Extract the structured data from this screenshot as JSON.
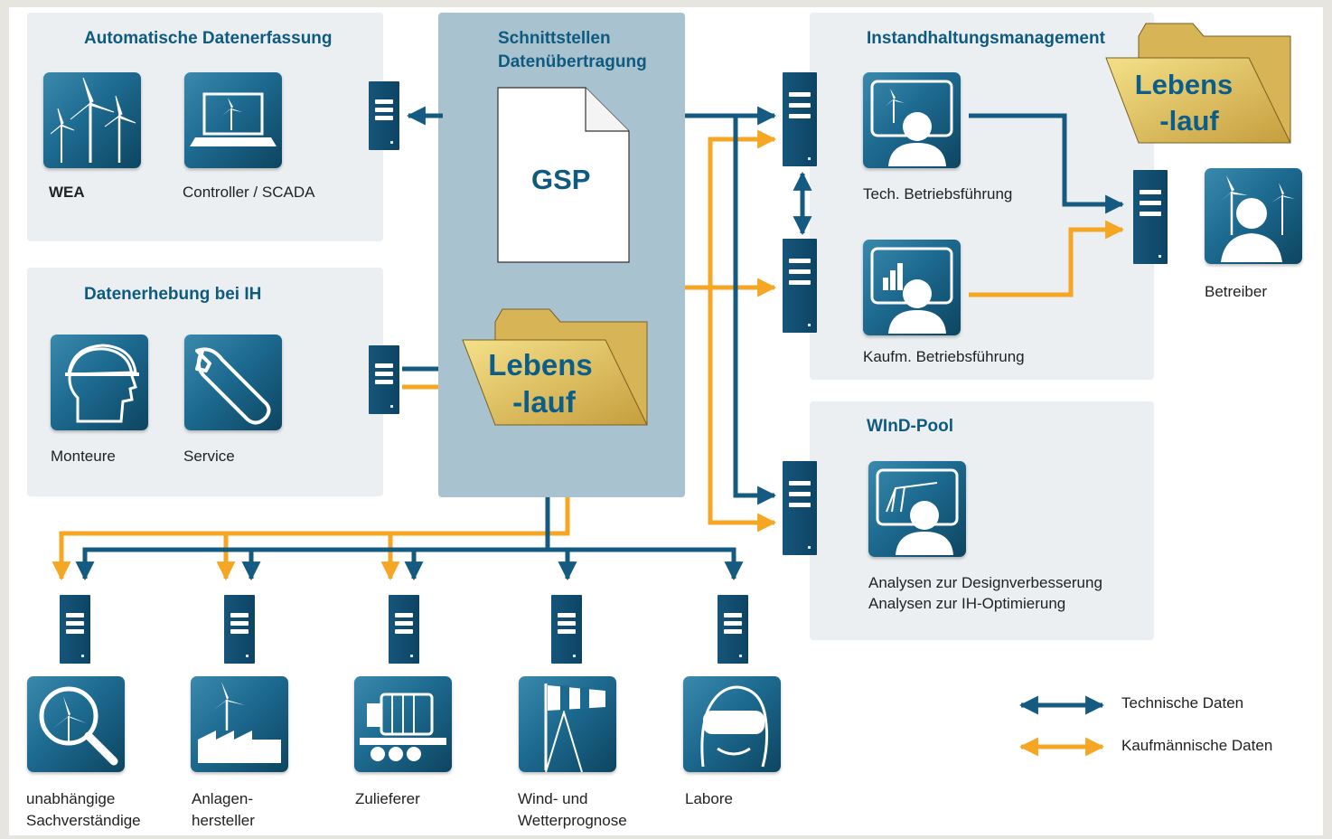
{
  "colors": {
    "technical": "#155a80",
    "commercial": "#f5a623"
  },
  "panels": {
    "auto_capture": {
      "title": "Automatische Datenerfassung",
      "wea": "WEA",
      "controller": "Controller / SCADA"
    },
    "ih_capture": {
      "title": "Datenerhebung bei IH",
      "fitters": "Monteure",
      "service": "Service"
    },
    "interfaces": {
      "title_line1": "Schnittstellen",
      "title_line2": "Datenübertragung",
      "document_label": "GSP",
      "folder_line1": "Lebens",
      "folder_line2": "-lauf"
    },
    "maintenance": {
      "title": "Instandhaltungsmanagement",
      "tech_ops": "Tech. Betriebsführung",
      "commercial_ops": "Kaufm. Betriebsführung",
      "folder_line1": "Lebens",
      "folder_line2": "-lauf"
    },
    "wind_pool": {
      "title": "WInD-Pool",
      "analysis_line1": "Analysen zur Designverbesserung",
      "analysis_line2": "Analysen zur IH-Optimierung"
    }
  },
  "operator": {
    "label": "Betreiber"
  },
  "recipients": [
    {
      "line1": "unabhängige",
      "line2": "Sachverständige",
      "icon": "magnifier-turbine-icon"
    },
    {
      "line1": "Anlagen-",
      "line2": "hersteller",
      "icon": "factory-turbine-icon"
    },
    {
      "line1": "Zulieferer",
      "line2": "",
      "icon": "generator-trailer-icon"
    },
    {
      "line1": "Wind- und",
      "line2": "Wetterprognose",
      "icon": "windsock-icon"
    },
    {
      "line1": "Labore",
      "line2": "",
      "icon": "lab-goggles-icon"
    }
  ],
  "legend": {
    "technical": "Technische Daten",
    "commercial": "Kaufmännische Daten"
  }
}
